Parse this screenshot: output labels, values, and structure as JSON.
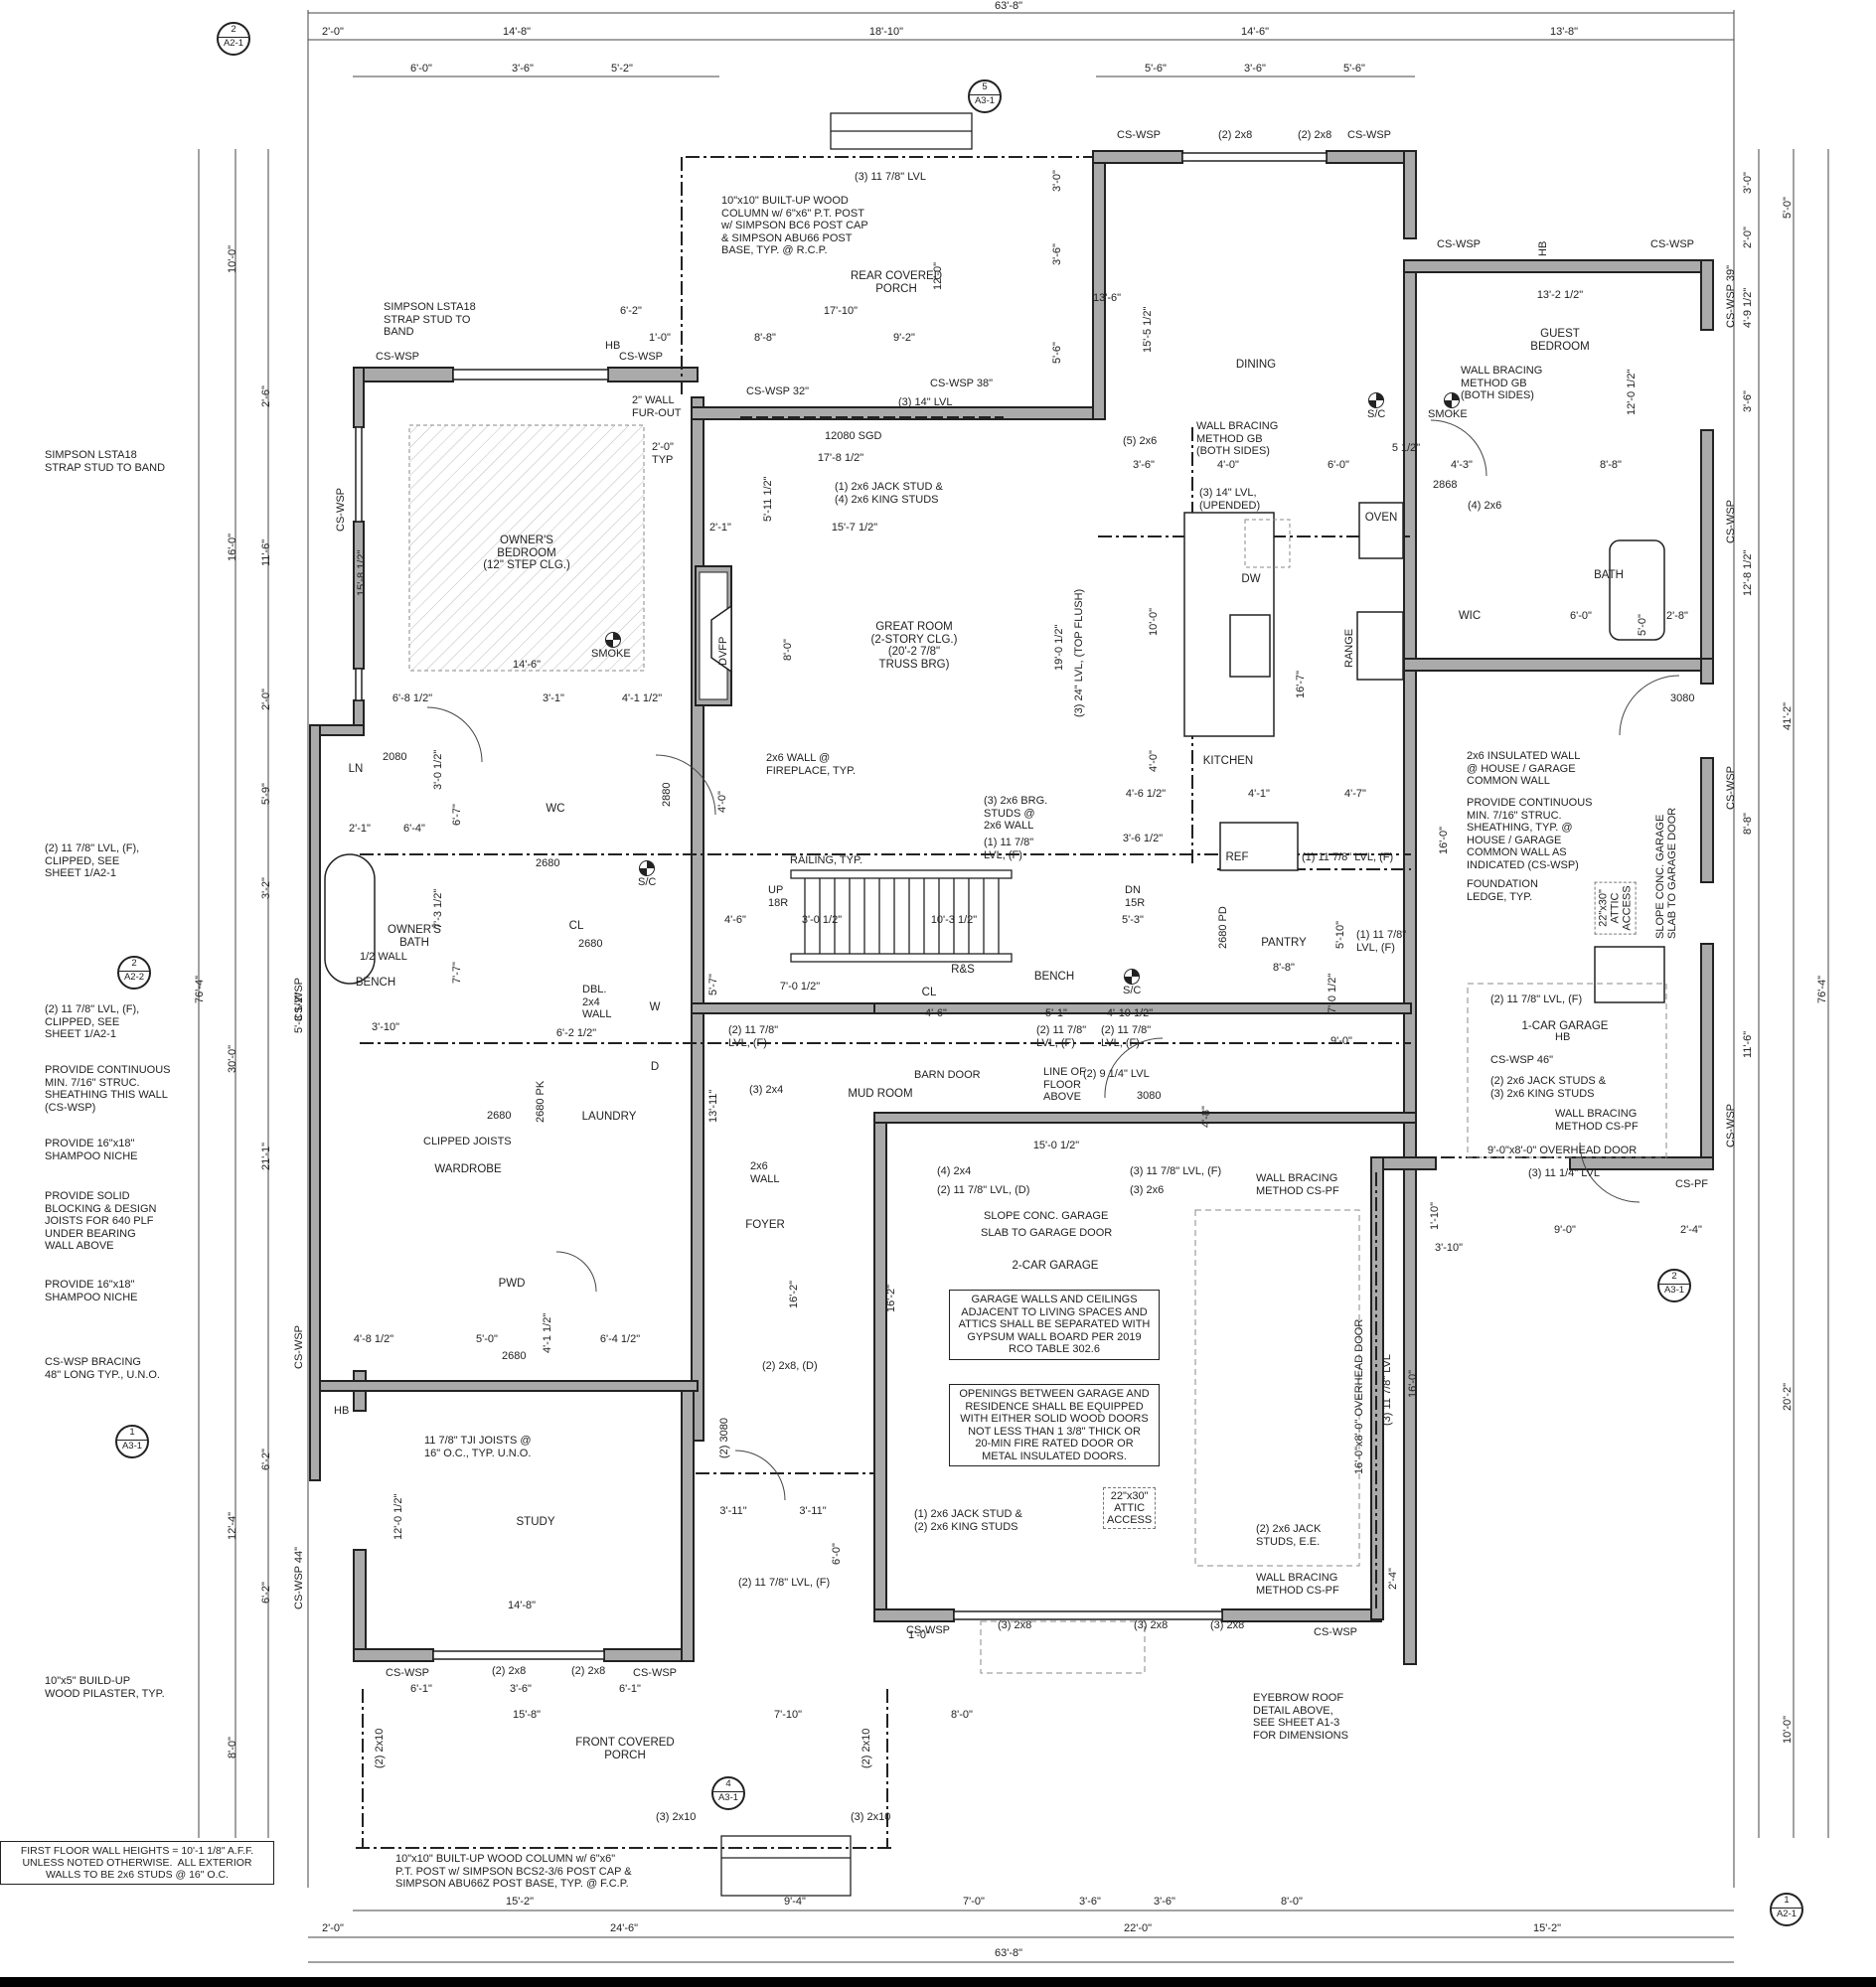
{
  "sheet": {
    "title_note": "FIRST FLOOR WALL HEIGHTS = 10'-1 1/8\" A.F.F.\nUNLESS NOTED OTHERWISE.  ALL EXTERIOR\nWALLS TO BE 2x6 STUDS @ 16\" O.C.",
    "overall_width": "63'-8\"",
    "overall_depth": "76'-4\""
  },
  "dimensions": {
    "top_row1": [
      "2'-0\"",
      "14'-8\"",
      "18'-10\"",
      "14'-6\"",
      "13'-8\""
    ],
    "top_row2_left": [
      "6'-0\"",
      "3'-6\"",
      "5'-2\""
    ],
    "top_row2_right": [
      "5'-6\"",
      "3'-6\"",
      "5'-6\""
    ],
    "bottom_row1": [
      "15'-2\"",
      "9'-4\"",
      "7'-0\"",
      "3'-6\"",
      "3'-6\"",
      "8'-0\""
    ],
    "bottom_row2": [
      "2'-0\"",
      "24'-6\"",
      "22'-0\"",
      "15'-2\""
    ],
    "bottom_overall": "63'-8\"",
    "left_outer": [
      "10'-0\"",
      "16'-0\"",
      "30'-0\"",
      "12'-4\"",
      "8'-0\""
    ],
    "left_inner": [
      "2'-6\"",
      "11'-6\"",
      "2'-0\"",
      "5'-9\"",
      "3'-2\"",
      "21'-1\"",
      "6'-2\"",
      "6'-2\""
    ],
    "left_overall": "76'-4\"",
    "right_outer": [
      "3'-0\"",
      "5'-0\"",
      "2'-0\"",
      "4'-9 1/2\"",
      "3'-6\"",
      "12'-8 1/2\"",
      "8'-8\"",
      "11'-6\"",
      "20'-2\"",
      "10'-0\""
    ],
    "right_mid": [
      "41'-2\""
    ],
    "right_overall": "76'-4\""
  },
  "rooms": {
    "owners_bedroom": "OWNER'S\nBEDROOM\n(12\" STEP CLG.)",
    "rear_porch": "REAR COVERED\nPORCH",
    "dining": "DINING",
    "guest_bedroom": "GUEST\nBEDROOM",
    "great_room": "GREAT ROOM\n(2-STORY CLG.)\n(20'-2 7/8\"\nTRUSS BRG)",
    "kitchen": "KITCHEN",
    "pantry": "PANTRY",
    "wic": "WIC",
    "bath": "BATH",
    "owners_bath": "OWNER'S\nBATH",
    "wc": "WC",
    "ln": "LN",
    "cl": "CL",
    "laundry": "LAUNDRY",
    "wardrobe": "WARDROBE",
    "pwd": "PWD",
    "foyer": "FOYER",
    "mud_room": "MUD ROOM",
    "bench1": "BENCH",
    "bench2": "BENCH",
    "cl2": "CL",
    "rs": "R&S",
    "study": "STUDY",
    "one_car_garage": "1-CAR GARAGE",
    "two_car_garage": "2-CAR GARAGE",
    "front_porch": "FRONT COVERED\nPORCH",
    "dvfp": "DVFP",
    "dw": "DW",
    "oven": "OVEN",
    "range": "RANGE",
    "ref": "REF",
    "w": "W",
    "d": "D"
  },
  "notes": {
    "lsta_top": "SIMPSON LSTA18\nSTRAP STUD TO\nBAND",
    "lsta_left": "SIMPSON LSTA18\nSTRAP STUD TO BAND",
    "lvl_clipped1": "(2) 11 7/8\" LVL, (F),\nCLIPPED, SEE\nSHEET 1/A2-1",
    "lvl_clipped2": "(2) 11 7/8\" LVL, (F),\nCLIPPED, SEE\nSHEET 1/A2-1",
    "continuous_sheathing": "PROVIDE CONTINUOUS\nMIN. 7/16\" STRUC.\nSHEATHING THIS WALL\n(CS-WSP)",
    "shampoo1": "PROVIDE 16\"x18\"\nSHAMPOO NICHE",
    "solid_blocking": "PROVIDE SOLID\nBLOCKING & DESIGN\nJOISTS FOR 640 PLF\nUNDER BEARING\nWALL ABOVE",
    "shampoo2": "PROVIDE 16\"x18\"\nSHAMPOO NICHE",
    "cs_wsp_bracing": "CS-WSP BRACING\n48\" LONG TYP., U.N.O.",
    "pilaster": "10\"x5\" BUILD-UP\nWOOD PILASTER, TYP.",
    "rear_column": "10\"x10\" BUILT-UP WOOD\nCOLUMN w/ 6\"x6\" P.T. POST\nw/ SIMPSON BC6 POST CAP\n& SIMPSON ABU66 POST\nBASE, TYP. @ R.C.P.",
    "front_column": "10\"x10\" BUILT-UP WOOD COLUMN w/ 6\"x6\"\nP.T. POST w/ SIMPSON BCS2-3/6 POST CAP &\nSIMPSON ABU66Z POST BASE, TYP. @ F.C.P.",
    "fur_out": "2\" WALL\nFUR-OUT",
    "typ": "2'-0\"\nTYP",
    "jack_king_rear": "(1) 2x6 JACK STUD &\n(4) 2x6 KING STUDS",
    "wall_bracing_gb1": "WALL BRACING\nMETHOD GB\n(BOTH SIDES)",
    "wall_bracing_gb2": "WALL BRACING\nMETHOD GB\n(BOTH SIDES)",
    "lvl_upended": "(3) 14\" LVL,\n(UPENDED)",
    "fireplace_wall": "2x6 WALL @\nFIREPLACE, TYP.",
    "top_flush": "(3) 24\" LVL, (TOP FLUSH)",
    "brg_studs": "(3) 2x6 BRG.\nSTUDS @\n2x6 WALL",
    "lvl_f1": "(1) 11 7/8\"\nLVL, (F)",
    "lvl_f2": "(1) 11 7/8\" LVL, (F)",
    "lvl_f3": "(1) 11 7/8\"\nLVL, (F)",
    "railing": "RAILING, TYP.",
    "up": "UP\n18R",
    "dn": "DN\n15R",
    "insulated_wall": "2x6 INSULATED WALL\n@ HOUSE / GARAGE\nCOMMON WALL",
    "garage_sheathing": "PROVIDE CONTINUOUS\nMIN. 7/16\" STRUC.\nSHEATHING, TYP. @\nHOUSE / GARAGE\nCOMMON WALL AS\nINDICATED (CS-WSP)",
    "foundation_ledge": "FOUNDATION\nLEDGE, TYP.",
    "slope_right": "SLOPE CONC. GARAGE\nSLAB TO GARAGE DOOR",
    "slope_2car_top": "SLOPE CONC. GARAGE",
    "slope_2car_bot": "SLAB TO GARAGE DOOR",
    "lvl_f_1car": "(2) 11 7/8\" LVL, (F)",
    "cs_wsp_46": "CS-WSP 46\"",
    "jack_king_1car": "(2) 2x6 JACK STUDS &\n(3) 2x6 KING STUDS",
    "wall_bracing_cspf1": "WALL BRACING\nMETHOD CS-PF",
    "overhead_9": "9'-0\"x8'-0\" OVERHEAD DOOR",
    "lvl_1114": "(3) 11 1/4\" LVL",
    "wall_bracing_cspf2": "WALL BRACING\nMETHOD CS-PF",
    "overhead_16": "16'-0\"x8'-0\" OVERHEAD DOOR",
    "lvl_1178_vert": "(3) 11 7/8\" LVL",
    "jack_ee": "(2) 2x6 JACK\nSTUDS, E.E.",
    "wall_bracing_cspf3": "WALL BRACING\nMETHOD CS-PF",
    "garage_walls_box": "GARAGE WALLS AND CEILINGS\nADJACENT TO LIVING SPACES AND\nATTICS SHALL BE SEPARATED WITH\nGYPSUM WALL BOARD PER 2019\nRCO TABLE 302.6",
    "openings_box": "OPENINGS BETWEEN GARAGE AND\nRESIDENCE SHALL BE EQUIPPED\nWITH EITHER SOLID WOOD DOORS\nNOT LESS THAN 1 3/8\" THICK OR\n20-MIN FIRE RATED DOOR OR\nMETAL INSULATED DOORS.",
    "attic1": "22\"x30\"\nATTIC\nACCESS",
    "attic2": "22\"x30\"\nATTIC\nACCESS",
    "barn_door": "BARN DOOR",
    "line_floor_above": "LINE OF\nFLOOR\nABOVE",
    "lvl_d": "(2) 11 7/8\" LVL, (D)",
    "four_2x4": "(4) 2x4",
    "three_lvl_f": "(3) 11 7/8\" LVL, (F)",
    "three_2x6": "(3) 2x6",
    "jack_king_foyer": "(1) 2x6 JACK STUD &\n(2) 2x6 KING STUDS",
    "tji": "11 7/8\" TJI JOISTS @\n16\" O.C., TYP. U.N.O.",
    "clipped_joists": "CLIPPED JOISTS",
    "eyebrow": "EYEBROW ROOF\nDETAIL ABOVE,\nSEE SHEET A1-3\nFOR DIMENSIONS",
    "dbl_wall": "DBL.\n2x4\nWALL",
    "half_wall": "1/2 WALL",
    "two_x6_wall": "2x6\nWALL",
    "two_x8_d": "(2) 2x8, (D)",
    "three_2x4": "(3) 2x4",
    "lvl_study": "(2) 11 7/8\" LVL, (F)",
    "lvl_mud1": "(2) 11 7/8\"\nLVL, (F)",
    "lvl_mud2": "(2) 11 7/8\"\nLVL, (F)",
    "lvl_mud3": "(2) 11 7/8\"\nLVL, (F)",
    "lvl_914": "(2) 9 1/4\" LVL",
    "sgd": "12080 SGD",
    "four_2x6": "(4) 2x6",
    "five_2x6": "(5) 2x6",
    "three_14lvl": "(3) 14\" LVL",
    "three_1178": "(3) 11 7/8\" LVL",
    "cs_wsp_32": "CS-WSP 32\"",
    "cs_wsp_38": "CS-WSP 38\""
  },
  "header_labels": {
    "cs_wsp": "CS-WSP",
    "two_2x8": "(2) 2x8",
    "three_2x8": "(3) 2x8",
    "two_2x10": "(2) 2x10",
    "three_2x10": "(3) 2x10",
    "hb": "HB",
    "cs_pf": "CS-PF",
    "cs_wsp_39": "CS-WSP 39\"",
    "cs_wsp_44": "CS-WSP 44\"",
    "smoke": "SMOKE",
    "sc": "S/C"
  },
  "doors": {
    "d2080": "2080",
    "d2680": "2680",
    "d2880": "2880",
    "d3080": "3080",
    "d2868": "2868",
    "d2680pd": "2680 PD",
    "d2680pk": "2680 PK",
    "d2_3080": "(2) 3080"
  },
  "section_tags": [
    {
      "num": "2",
      "sheet": "A2-1"
    },
    {
      "num": "5",
      "sheet": "A3-1"
    },
    {
      "num": "2",
      "sheet": "A2-2"
    },
    {
      "num": "1",
      "sheet": "A3-1"
    },
    {
      "num": "4",
      "sheet": "A3-1"
    },
    {
      "num": "2",
      "sheet": "A3-1"
    },
    {
      "num": "1",
      "sheet": "A2-1"
    }
  ],
  "interior_dims": {
    "d1": "6'-2\"",
    "d2": "1'-0\"",
    "d3": "17'-10\"",
    "d4": "8'-8\"",
    "d5": "9'-2\"",
    "d6": "12'-0\"",
    "d7": "3'-0\"",
    "d8": "3'-6\"",
    "d9": "5'-6\"",
    "d10": "13'-6\"",
    "d11": "15'-5 1/2\"",
    "d12": "17'-8 1/2\"",
    "d13": "15'-7 1/2\"",
    "d14": "2'-1\"",
    "d15": "5'-11 1/2\"",
    "d16": "8'-0\"",
    "d17": "19'-0 1/2\"",
    "d18": "14'-6\"",
    "d19": "15'-8 1/2\"",
    "d20": "6'-8 1/2\"",
    "d21": "3'-1\"",
    "d22": "4'-1 1/2\"",
    "d23": "13'-2 1/2\"",
    "d24": "12'-0 1/2\"",
    "d25": "4'-3\"",
    "d26": "8'-8\"",
    "d27": "3'-6\"",
    "d28": "4'-0\"",
    "d29": "6'-0\"",
    "d30": "5 1/2\"",
    "d31": "10'-0\"",
    "d32": "16'-7\"",
    "d33": "4'-0\"",
    "d34": "4'-6 1/2\"",
    "d35": "4'-1\"",
    "d36": "4'-7\"",
    "d37": "3'-6 1/2\"",
    "d38": "4'-6\"",
    "d39": "3'-0 1/2\"",
    "d40": "10'-3 1/2\"",
    "d41": "5'-3\"",
    "d42": "16'-0\"",
    "d43": "15'-0 1/2\"",
    "d44": "16'-2\"",
    "d45": "16'-2\"",
    "d46": "13'-11\"",
    "d47": "9'-0\"",
    "d48": "2'-4\"",
    "d49": "3'-10\"",
    "d50": "1'-10\"",
    "d51": "16'-0\"",
    "d52": "14'-8\"",
    "d53": "6'-1\"",
    "d54": "3'-6\"",
    "d55": "6'-1\"",
    "d56": "15'-8\"",
    "d57": "7'-10\"",
    "d58": "8'-0\"",
    "d59": "12'-0 1/2\"",
    "d60": "3'-11\"",
    "d61": "3'-11\"",
    "d62": "6'-0\"",
    "d63": "7'-0 1/2\"",
    "d64": "5'-7\"",
    "d65": "4'-0\"",
    "d66": "6'-4\"",
    "d67": "3'-0 1/2\"",
    "d68": "6'-7\"",
    "d69": "7'-3 1/2\"",
    "d70": "7'-7\"",
    "d71": "3'-10\"",
    "d72": "5'-3 1/2\"",
    "d73": "4'-8 1/2\"",
    "d74": "5'-0\"",
    "d75": "6'-4 1/2\"",
    "d76": "4'-1 1/2\"",
    "d77": "6'-2 1/2\"",
    "d78": "2'-8\"",
    "d79": "6'-0\"",
    "d80": "5'-0\"",
    "d81": "5'-10\"",
    "d82": "7'-0 1/2\"",
    "d83": "4'-10 1/2\"",
    "d84": "5'-1\"",
    "d85": "4'-6\"",
    "d86": "9'-0\"",
    "d87": "4'-8\"",
    "d88": "1'-0\"",
    "d89": "2'-4\""
  }
}
